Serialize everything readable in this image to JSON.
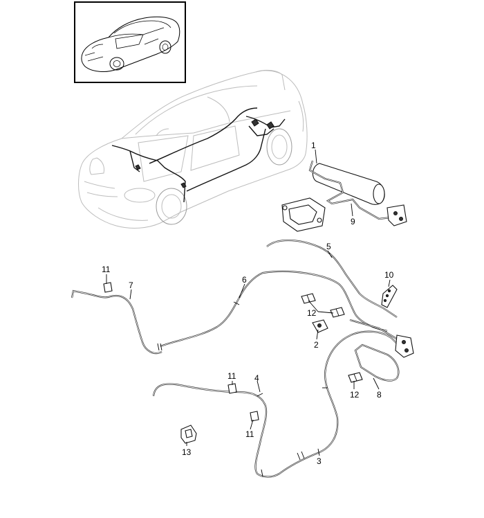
{
  "diagram": {
    "callouts": [
      {
        "id": "c1",
        "label": "1"
      },
      {
        "id": "c2",
        "label": "2"
      },
      {
        "id": "c3",
        "label": "3"
      },
      {
        "id": "c4",
        "label": "4"
      },
      {
        "id": "c5",
        "label": "5"
      },
      {
        "id": "c6",
        "label": "6"
      },
      {
        "id": "c7",
        "label": "7"
      },
      {
        "id": "c8",
        "label": "8"
      },
      {
        "id": "c9",
        "label": "9"
      },
      {
        "id": "c10",
        "label": "10"
      },
      {
        "id": "c11a",
        "label": "11"
      },
      {
        "id": "c11b",
        "label": "11"
      },
      {
        "id": "c11c",
        "label": "11"
      },
      {
        "id": "c12a",
        "label": "12"
      },
      {
        "id": "c12b",
        "label": "12"
      },
      {
        "id": "c13",
        "label": "13"
      }
    ]
  }
}
